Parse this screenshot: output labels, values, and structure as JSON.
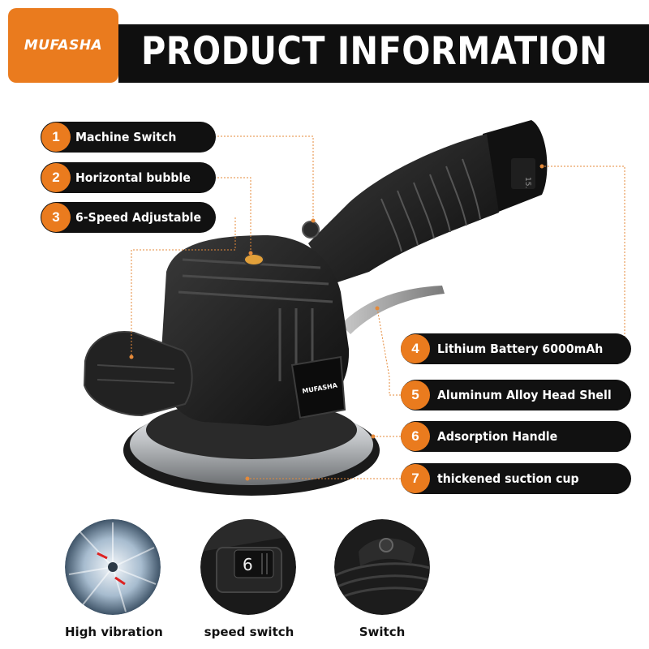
{
  "brand": "MUFASHA",
  "title": "PRODUCT INFORMATION",
  "product_logo": "MUFASHA",
  "battery_label": "15.",
  "speed_dial_value": "6",
  "callouts": [
    {
      "num": "1",
      "label": "Machine Switch"
    },
    {
      "num": "2",
      "label": "Horizontal bubble"
    },
    {
      "num": "3",
      "label": "6-Speed Adjustable"
    },
    {
      "num": "4",
      "label": "Lithium Battery 6000mAh"
    },
    {
      "num": "5",
      "label": "Aluminum Alloy Head Shell"
    },
    {
      "num": "6",
      "label": "Adsorption Handle"
    },
    {
      "num": "7",
      "label": "thickened suction cup"
    }
  ],
  "features": [
    {
      "label": "High vibration"
    },
    {
      "label": "speed switch"
    },
    {
      "label": "Switch"
    }
  ],
  "colors": {
    "accent": "#ea7b1e",
    "bar": "#111111",
    "leader": "#e58a3a"
  }
}
